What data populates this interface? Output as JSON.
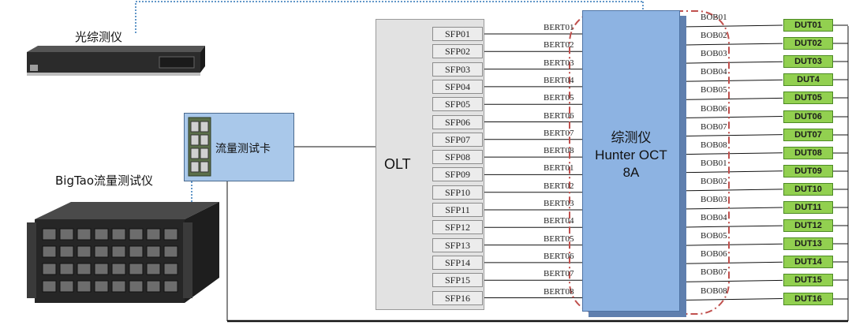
{
  "devices": {
    "optical_tester": "光综测仪",
    "bigtao_tester": "BigTao流量测试仪",
    "traffic_card": "流量测试卡"
  },
  "olt": {
    "label": "OLT"
  },
  "sfp_ports": [
    "SFP01",
    "SFP02",
    "SFP03",
    "SFP04",
    "SFP05",
    "SFP06",
    "SFP07",
    "SFP08",
    "SFP09",
    "SFP10",
    "SFP11",
    "SFP12",
    "SFP13",
    "SFP14",
    "SFP15",
    "SFP16"
  ],
  "bert_labels": [
    "BERT01",
    "BERT02",
    "BERT03",
    "BERT04",
    "BERT05",
    "BERT06",
    "BERT07",
    "BERT08",
    "BERT01",
    "BERT02",
    "BERT03",
    "BERT04",
    "BERT05",
    "BERT06",
    "BERT07",
    "BERT08"
  ],
  "hunter": {
    "line1": "综测仪",
    "line2": "Hunter OCT",
    "line3": "8A"
  },
  "bob_labels": [
    "BOB01",
    "BOB02",
    "BOB03",
    "BOB04",
    "BOB05",
    "BOB06",
    "BOB07",
    "BOB08",
    "BOB01",
    "BOB02",
    "BOB03",
    "BOB04",
    "BOB05",
    "BOB06",
    "BOB07",
    "BOB08"
  ],
  "duts": [
    "DUT01",
    "DUT02",
    "DUT03",
    "DUT4",
    "DUT05",
    "DUT06",
    "DUT07",
    "DUT08",
    "DUT09",
    "DUT10",
    "DUT11",
    "DUT12",
    "DUT13",
    "DUT14",
    "DUT15",
    "DUT16"
  ],
  "colors": {
    "olt_fill": "#e2e2e2",
    "hunter_fill": "#8db3e2",
    "dut_fill": "#92d050",
    "card_fill": "#a9c8ea",
    "dashed_link": "#2e75b6",
    "highlight_ring": "#c0504d"
  },
  "icons": {
    "optical_tester": "rack-instrument-icon",
    "bigtao_tester": "chassis-instrument-icon",
    "traffic_card": "network-card-icon"
  }
}
